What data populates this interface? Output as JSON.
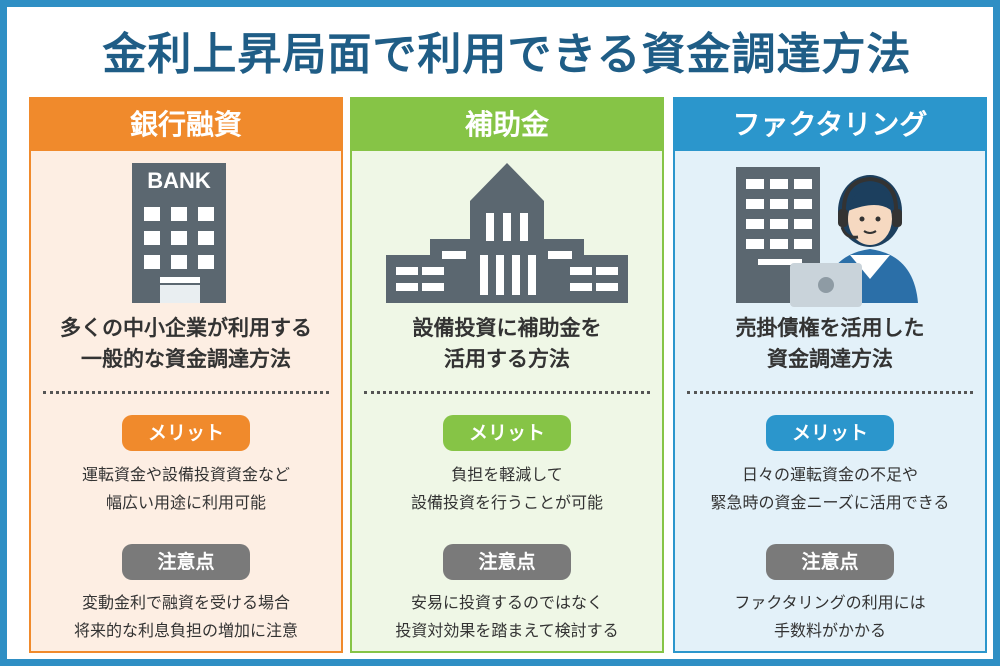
{
  "title": "金利上昇局面で利用できる資金調達方法",
  "colors": {
    "title": "#1f5d86",
    "frame": "#2f8fc4",
    "bank": "#f08a2c",
    "subsidy": "#86c446",
    "factoring": "#2b96cc",
    "caution": "#7a7a7a"
  },
  "columns": [
    {
      "heading": "銀行融資",
      "icon": "bank-building-icon",
      "sign": "BANK",
      "desc": [
        "多くの中小企業が利用する",
        "一般的な資金調達方法"
      ],
      "merit_label": "メリット",
      "merit": [
        "運転資金や設備投資資金など",
        "幅広い用途に利用可能"
      ],
      "caution_label": "注意点",
      "caution": [
        "変動金利で融資を受ける場合",
        "将来的な利息負担の増加に注意"
      ]
    },
    {
      "heading": "補助金",
      "icon": "government-building-icon",
      "desc": [
        "設備投資に補助金を",
        "活用する方法"
      ],
      "merit_label": "メリット",
      "merit": [
        "負担を軽減して",
        "設備投資を行うことが可能"
      ],
      "caution_label": "注意点",
      "caution": [
        "安易に投資するのではなく",
        "投資対効果を踏まえて検討する"
      ]
    },
    {
      "heading": "ファクタリング",
      "icon": "operator-with-building-icon",
      "desc": [
        "売掛債権を活用した",
        "資金調達方法"
      ],
      "merit_label": "メリット",
      "merit": [
        "日々の運転資金の不足や",
        "緊急時の資金ニーズに活用できる"
      ],
      "caution_label": "注意点",
      "caution": [
        "ファクタリングの利用には",
        "手数料がかかる"
      ]
    }
  ]
}
